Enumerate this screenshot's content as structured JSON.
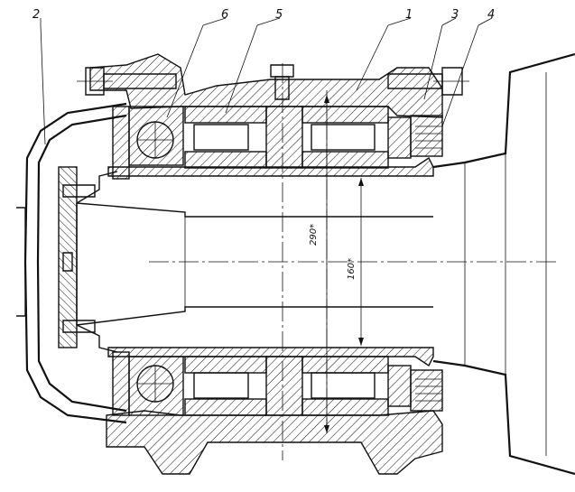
{
  "callouts": [
    "2",
    "6",
    "5",
    "1",
    "3",
    "4"
  ],
  "dimensions": {
    "outer_diameter": "290*",
    "inner_diameter": "160*"
  }
}
